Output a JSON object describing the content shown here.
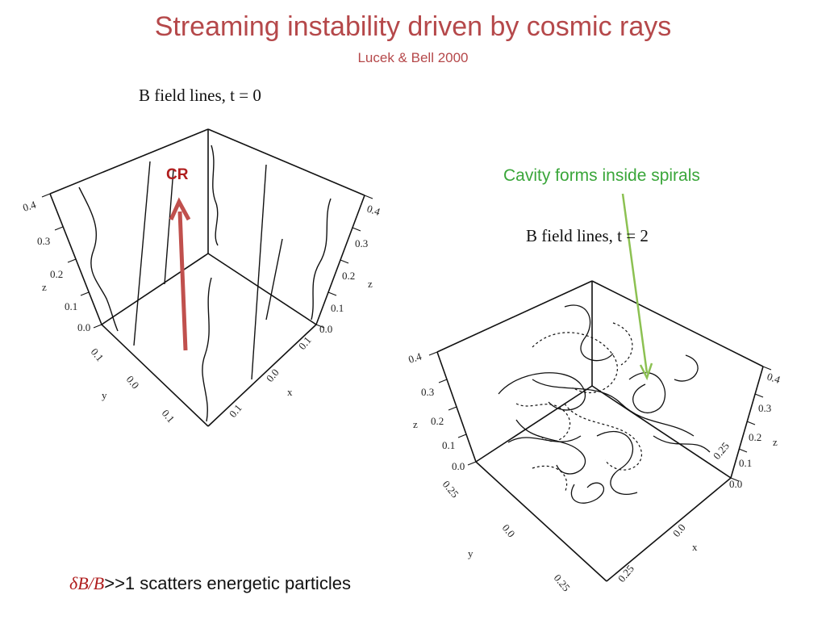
{
  "slide": {
    "title": "Streaming instability driven by cosmic rays",
    "subtitle": "Lucek & Bell 2000",
    "bottom_delta": "δ",
    "bottom_b1": "B/B",
    "bottom_rest": ">>1 scatters energetic particles"
  },
  "plot_left": {
    "title": "B field lines, t = 0",
    "label_cr": "CR",
    "z_ticks": [
      "0.4",
      "0.3",
      "0.2",
      "0.1",
      "0.0"
    ],
    "z_label": "z",
    "y_ticks": [
      "0.1",
      "0.0",
      "0.1"
    ],
    "y_label": "y",
    "x_ticks": [
      "0.1",
      "0.0",
      "0.1"
    ],
    "x_label": "x"
  },
  "plot_right": {
    "title": "B field lines, t = 2",
    "z_ticks": [
      "0.4",
      "0.3",
      "0.2",
      "0.1",
      "0.0"
    ],
    "z_label": "z",
    "y_ticks": [
      "0.25",
      "0.0",
      "0.25"
    ],
    "y_label": "y",
    "x_ticks": [
      "0.25",
      "0.0",
      "0.25"
    ],
    "x_label": "x"
  },
  "annotation": {
    "cavity": "Cavity forms inside spirals"
  },
  "colors": {
    "title": "#b5484a",
    "arrow_cr": "#c0504d",
    "arrow_cavity": "#8cc152",
    "cavity_text": "#3aa63a"
  }
}
